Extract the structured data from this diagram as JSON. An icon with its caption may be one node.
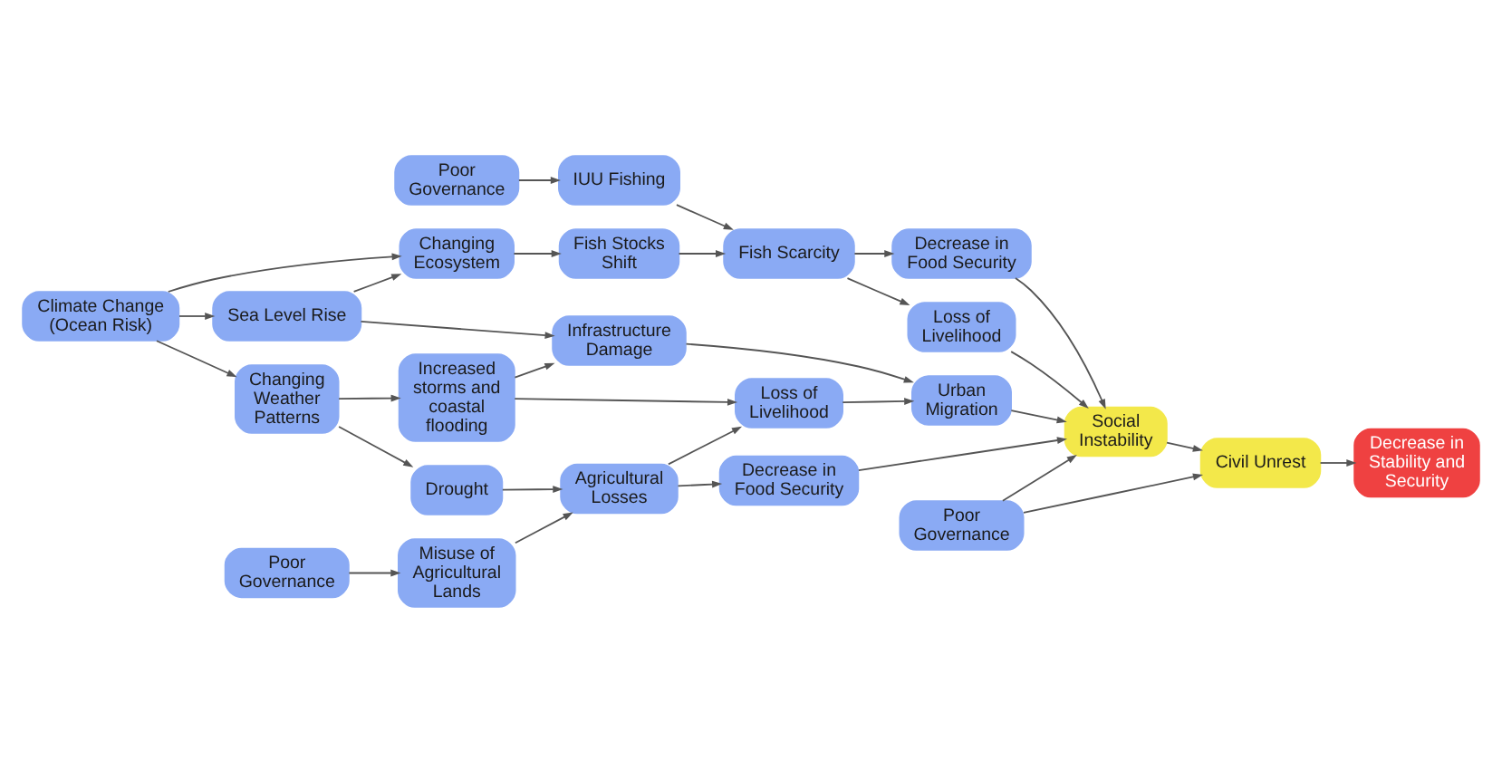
{
  "diagram": {
    "nodes": [
      {
        "text": [
          "Poor Governance"
        ]
      },
      {
        "text": [
          "IUU Fishing"
        ]
      },
      {
        "text": [
          "Decrease in Food Security"
        ]
      },
      {
        "text": [
          "Changing Ecosystem"
        ]
      },
      {
        "text": [
          "Fish Stocks Shift"
        ]
      },
      {
        "text": [
          "Fish Scarcity"
        ]
      },
      {
        "text": [
          "Loss of Livelihood"
        ]
      },
      {
        "text": [
          "Climate Change (Ocean Risk)"
        ]
      },
      {
        "text": [
          "Sea Level Rise"
        ]
      },
      {
        "text": [
          "Infrastructure Damage"
        ]
      },
      {
        "text": [
          "Urban Migration"
        ]
      },
      {
        "text": [
          "Social Instability"
        ]
      },
      {
        "text": [
          "Civil Unrest"
        ]
      },
      {
        "text": [
          "Decrease in Stability and Security"
        ]
      },
      {
        "text": [
          "Increased storms and coastal flooding"
        ]
      },
      {
        "text": [
          "Loss of Livelihood"
        ]
      },
      {
        "text": [
          "Changing Weather Patterns"
        ]
      },
      {
        "text": [
          "Poor Governance"
        ]
      },
      {
        "text": [
          "Drought"
        ]
      },
      {
        "text": [
          "Agricultural Losses"
        ]
      },
      {
        "text": [
          "Decrease in Food Security"
        ]
      },
      {
        "text": [
          "Poor Governance"
        ]
      },
      {
        "text": [
          "Misuse of Agricultural Lands"
        ]
      }
    ],
    "edges": [
      {
        "from": 0,
        "to": 1,
        "arrow": "to"
      },
      {
        "from": 1,
        "to": 5,
        "arrow": "to"
      },
      {
        "from": 7,
        "to": 3,
        "arrow": "to"
      },
      {
        "from": 7,
        "to": 8,
        "arrow": "to"
      },
      {
        "from": 7,
        "to": 16,
        "arrow": "to"
      },
      {
        "from": 3,
        "to": 4,
        "arrow": "to"
      },
      {
        "from": 8,
        "to": 3,
        "arrow": "to"
      },
      {
        "from": 4,
        "to": 5,
        "arrow": "to"
      },
      {
        "from": 5,
        "to": 2,
        "arrow": "to"
      },
      {
        "from": 5,
        "to": 6,
        "arrow": "to"
      },
      {
        "from": 8,
        "to": 9,
        "arrow": "to"
      },
      {
        "from": 9,
        "to": 10,
        "arrow": "to"
      },
      {
        "from": 6,
        "to": 11,
        "arrow": "to"
      },
      {
        "from": 2,
        "to": 11,
        "arrow": "to"
      },
      {
        "from": 10,
        "to": 11,
        "arrow": "to"
      },
      {
        "from": 11,
        "to": 12,
        "arrow": "to"
      },
      {
        "from": 12,
        "to": 13,
        "arrow": "to"
      },
      {
        "from": 14,
        "to": 9,
        "arrow": "to"
      },
      {
        "from": 14,
        "to": 15,
        "arrow": "to"
      },
      {
        "from": 15,
        "to": 10,
        "arrow": "to"
      },
      {
        "from": 16,
        "to": 14,
        "arrow": "to"
      },
      {
        "from": 16,
        "to": 18,
        "arrow": "to"
      },
      {
        "from": 18,
        "to": 19,
        "arrow": "to"
      },
      {
        "from": 19,
        "to": 15,
        "arrow": "to"
      },
      {
        "from": 19,
        "to": 20,
        "arrow": "to"
      },
      {
        "from": 20,
        "to": 11,
        "arrow": "to"
      },
      {
        "from": 17,
        "to": 11,
        "arrow": "to"
      },
      {
        "from": 17,
        "to": 12,
        "arrow": "to"
      },
      {
        "from": 22,
        "to": 19,
        "arrow": "to"
      },
      {
        "from": 21,
        "to": 22,
        "arrow": "to"
      }
    ]
  }
}
